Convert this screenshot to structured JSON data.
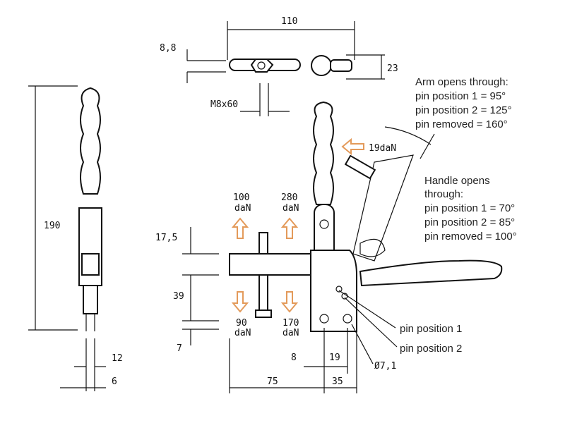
{
  "dimensions": {
    "width_top": "110",
    "thickness": "8,8",
    "height_top": "23",
    "bolt": "M8x60",
    "height_total": "190",
    "d12": "12",
    "d6": "6",
    "d17_5": "17,5",
    "d39": "39",
    "d7": "7",
    "d8": "8",
    "d19": "19",
    "hole": "Ø7,1",
    "d75": "75",
    "d35": "35"
  },
  "forces": {
    "up_left": {
      "value": "100",
      "unit": "daN"
    },
    "up_right": {
      "value": "280",
      "unit": "daN"
    },
    "down_left": {
      "value": "90",
      "unit": "daN"
    },
    "down_right": {
      "value": "170",
      "unit": "daN"
    },
    "handle": "19daN"
  },
  "arm_note": [
    "Arm opens through:",
    "pin position 1 = 95°",
    "pin position 2 = 125°",
    "pin removed  = 160°"
  ],
  "handle_note": [
    "Handle opens",
    "through:",
    "pin position 1 = 70°",
    "pin position 2 = 85°",
    "pin removed  = 100°"
  ],
  "labels": {
    "pin1": "pin position 1",
    "pin2": "pin position 2"
  },
  "colors": {
    "arrow": "#e39a5a"
  }
}
